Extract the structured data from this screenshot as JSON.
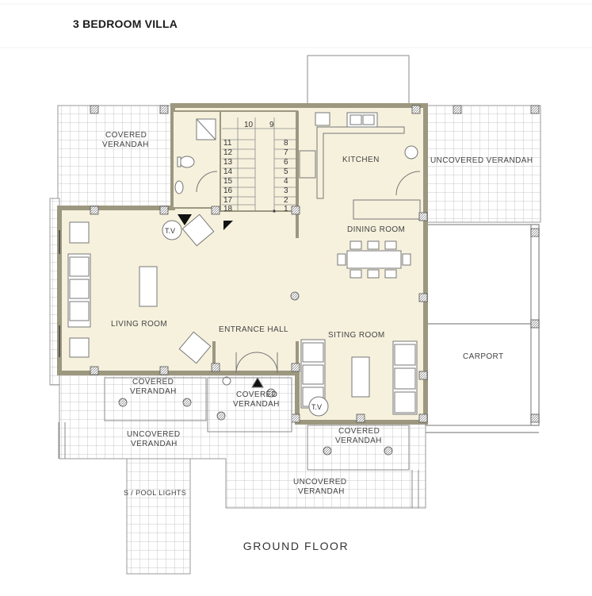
{
  "title": "3 BEDROOM VILLA",
  "footer": "GROUND FLOOR",
  "colors": {
    "floor": "#f6f1dd",
    "wall": "#c9c3a8",
    "line": "#8b8b8b",
    "grid": "#b9b9b9"
  },
  "rooms": {
    "covered_verandah_nw": [
      "COVERED",
      "VERANDAH"
    ],
    "kitchen": "KITCHEN",
    "uncovered_verandah_e": "UNCOVERED  VERANDAH",
    "dining_room": "DINING ROOM",
    "living_room": "LIVING ROOM",
    "entrance_hall": "ENTRANCE HALL",
    "siting_room": "SITING ROOM",
    "carport": "CARPORT",
    "covered_verandah_sw": [
      "COVERED",
      "VERANDAH"
    ],
    "covered_verandah_door": [
      "COVERED",
      "VERANDAH"
    ],
    "covered_verandah_se": [
      "COVERED",
      "VERANDAH"
    ],
    "uncovered_verandah_sw": [
      "UNCOVERED",
      "VERANDAH"
    ],
    "uncovered_verandah_s": [
      "UNCOVERED",
      "VERANDAH"
    ],
    "pool_lights": "S / POOL LIGHTS",
    "tv1": "T.V",
    "tv2": "T.V"
  },
  "stairs": {
    "top_numbers": [
      "10",
      "9"
    ],
    "left_numbers": [
      "11",
      "12",
      "13",
      "14",
      "15",
      "16",
      "17",
      "18"
    ],
    "right_numbers": [
      "8",
      "7",
      "6",
      "5",
      "4",
      "3",
      "2",
      "1"
    ]
  }
}
